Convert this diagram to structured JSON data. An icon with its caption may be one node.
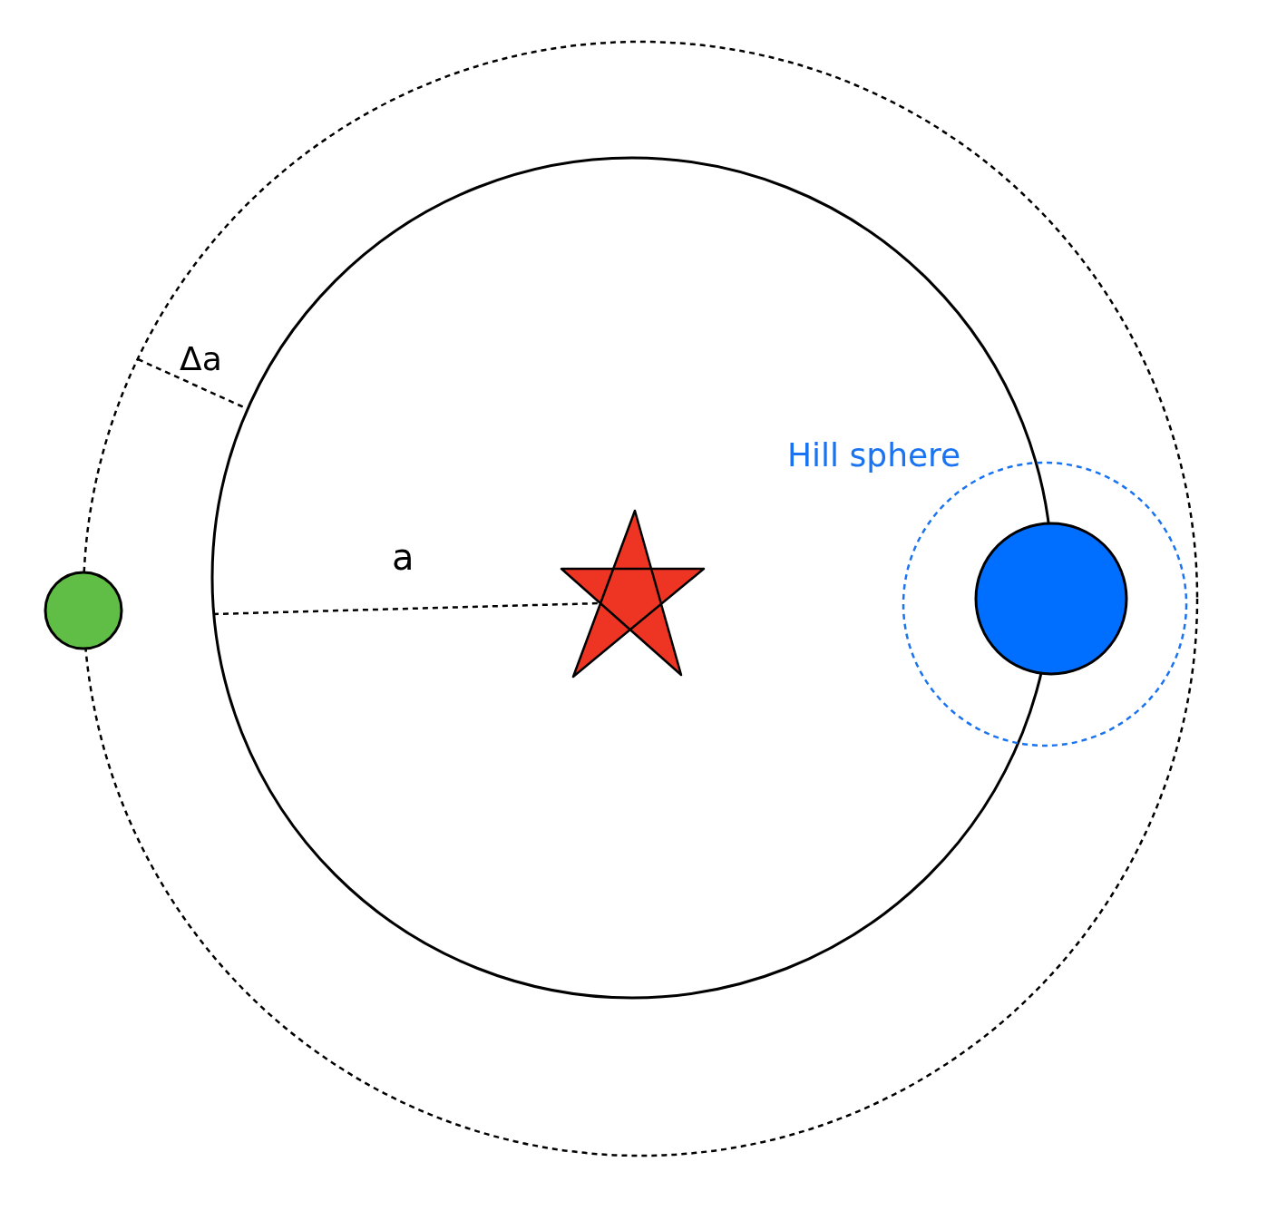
{
  "diagram": {
    "labels": [
      "Δa",
      "a",
      "Hill sphere"
    ]
  }
}
